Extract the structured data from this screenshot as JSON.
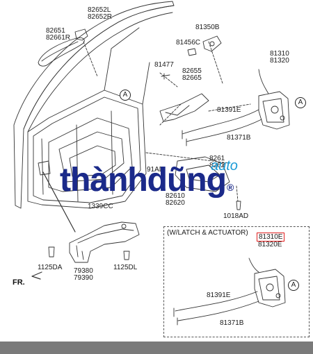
{
  "labels": {
    "part_82652L": "82652L",
    "part_82652R": "82652R",
    "part_82651": "82651",
    "part_82661R": "82661R",
    "part_81350B": "81350B",
    "part_81456C": "81456C",
    "part_81477": "81477",
    "part_82655": "82655",
    "part_82665": "82665",
    "part_81310": "81310",
    "part_81320": "81320",
    "part_81391E": "81391E",
    "part_81371B": "81371B",
    "part_91AD": "91AD",
    "part_8261x": "8261",
    "part_8262x": "8262",
    "part_82610": "82610",
    "part_82620": "82620",
    "part_1018AD": "1018AD",
    "part_1339CC": "1339CC",
    "part_1125DA": "1125DA",
    "part_79380": "79380",
    "part_79390": "79390",
    "part_1125DL": "1125DL",
    "inset_81310E": "81310E",
    "inset_81320E": "81320E",
    "inset_81391E": "81391E",
    "inset_81371B": "81371B"
  },
  "callouts": {
    "a_main_door": "A",
    "a_main_latch": "A",
    "a_inset_latch": "A"
  },
  "inset": {
    "title": "(W/LATCH & ACTUATOR)"
  },
  "front_indicator": "FR.",
  "watermark": {
    "brand": "thànhdũng",
    "suffix": "auto",
    "registered": "®"
  },
  "colors": {
    "line": "#333333",
    "highlight": "#e02020",
    "watermark_main": "#1b2a8a",
    "watermark_accent": "#1b9bd7"
  }
}
